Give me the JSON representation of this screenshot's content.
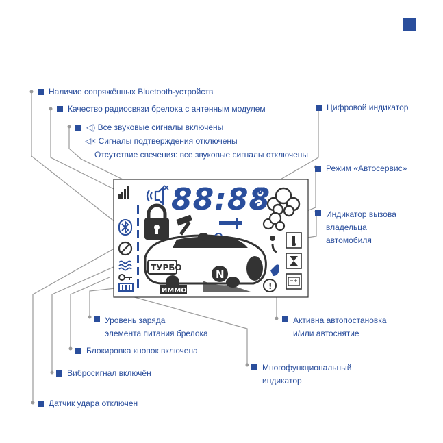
{
  "labels": {
    "bluetooth": "Наличие сопряжённых Bluetooth-устройств",
    "radio_quality": "Качество радиосвязи брелока с антенным модулем",
    "sound_on": "Все звуковые сигналы включены",
    "confirm_off": "Сигналы подтверждения отключены",
    "sound_off": "Отсутствие свечения: все звуковые сигналы отключены",
    "digital_indicator": "Цифровой индикатор",
    "autoservice": "Режим «Автосервис»",
    "owner_call": "Индикатор вызова\nвладельца\nавтомобиля",
    "autostart": "Активна автопостановка\nи/или автоснятие",
    "multifunction": "Многофункциональный\nиндикатор",
    "battery": "Уровень заряда\nэлемента питания брелока",
    "button_lock": "Блокировка кнопок включена",
    "vibration": "Вибросигнал включён",
    "shock_sensor": "Датчик удара отключен"
  },
  "lcd": {
    "digits": "88:88",
    "units_v": "V",
    "units_c": "c",
    "turbo": "ТУРБО",
    "immo": "ИММО",
    "gear": "N",
    "alert": "(!)"
  },
  "colors": {
    "accent": "#2a4e9c",
    "leader": "#9a9a9a",
    "lcd_ink": "#333333"
  }
}
